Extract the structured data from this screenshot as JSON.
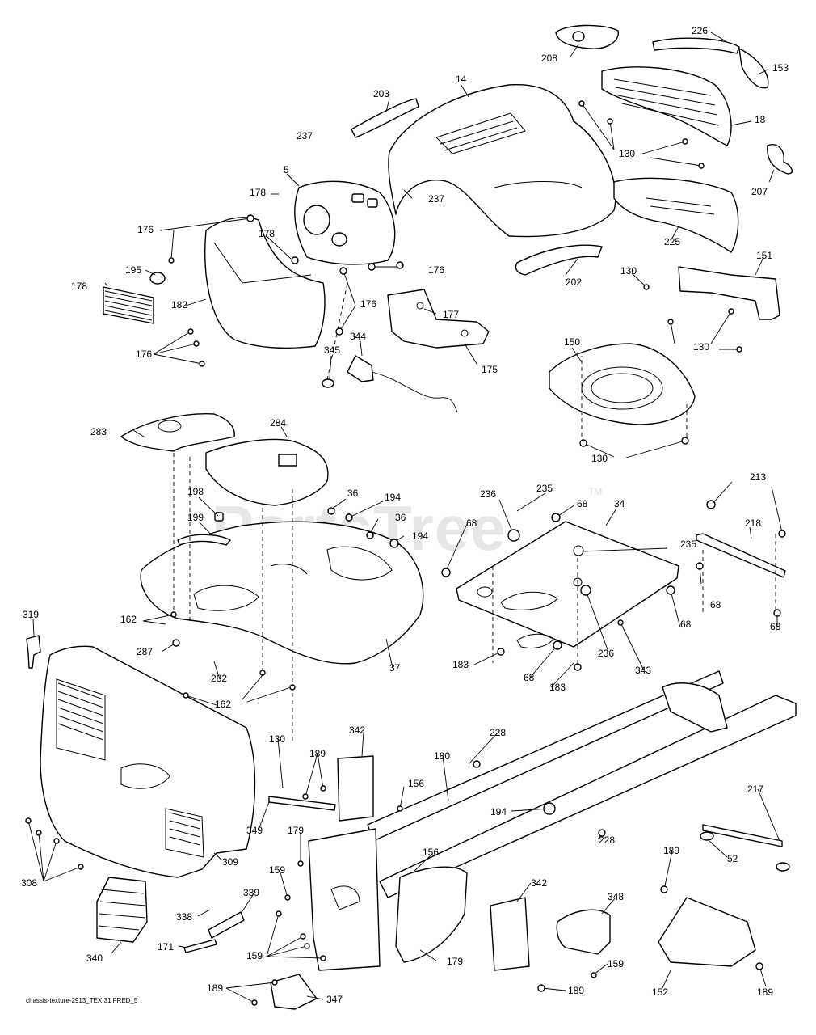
{
  "watermark": {
    "text": "PartsTree",
    "trademark": "TM"
  },
  "footer_caption": "chassis-texture-2913_TEX 31 FRED_5",
  "callouts": [
    {
      "id": "c208",
      "text": "208"
    },
    {
      "id": "c226",
      "text": "226"
    },
    {
      "id": "c153",
      "text": "153"
    },
    {
      "id": "c14",
      "text": "14"
    },
    {
      "id": "c203",
      "text": "203"
    },
    {
      "id": "c18",
      "text": "18"
    },
    {
      "id": "c130a",
      "text": "130"
    },
    {
      "id": "c207",
      "text": "207"
    },
    {
      "id": "c237a",
      "text": "237"
    },
    {
      "id": "c5",
      "text": "5"
    },
    {
      "id": "c178a",
      "text": "178"
    },
    {
      "id": "c237b",
      "text": "237"
    },
    {
      "id": "c176a",
      "text": "176"
    },
    {
      "id": "c178b",
      "text": "178"
    },
    {
      "id": "c195",
      "text": "195"
    },
    {
      "id": "c178c",
      "text": "178"
    },
    {
      "id": "c176b",
      "text": "176"
    },
    {
      "id": "c225",
      "text": "225"
    },
    {
      "id": "c151",
      "text": "151"
    },
    {
      "id": "c130b",
      "text": "130"
    },
    {
      "id": "c202",
      "text": "202"
    },
    {
      "id": "c182",
      "text": "182"
    },
    {
      "id": "c176c",
      "text": "176"
    },
    {
      "id": "c177",
      "text": "177"
    },
    {
      "id": "c130c",
      "text": "130"
    },
    {
      "id": "c344",
      "text": "344"
    },
    {
      "id": "c176d",
      "text": "176"
    },
    {
      "id": "c345",
      "text": "345"
    },
    {
      "id": "c175",
      "text": "175"
    },
    {
      "id": "c150",
      "text": "150"
    },
    {
      "id": "c283",
      "text": "283"
    },
    {
      "id": "c284",
      "text": "284"
    },
    {
      "id": "c130d",
      "text": "130"
    },
    {
      "id": "c198",
      "text": "198"
    },
    {
      "id": "c36a",
      "text": "36"
    },
    {
      "id": "c194a",
      "text": "194"
    },
    {
      "id": "c236a",
      "text": "236"
    },
    {
      "id": "c235a",
      "text": "235"
    },
    {
      "id": "c68a",
      "text": "68"
    },
    {
      "id": "c34",
      "text": "34"
    },
    {
      "id": "c213",
      "text": "213"
    },
    {
      "id": "c218",
      "text": "218"
    },
    {
      "id": "c199",
      "text": "199"
    },
    {
      "id": "c36b",
      "text": "36"
    },
    {
      "id": "c194b",
      "text": "194"
    },
    {
      "id": "c68b",
      "text": "68"
    },
    {
      "id": "c235b",
      "text": "235"
    },
    {
      "id": "c319",
      "text": "319"
    },
    {
      "id": "c162a",
      "text": "162"
    },
    {
      "id": "c68c",
      "text": "68"
    },
    {
      "id": "c287",
      "text": "287"
    },
    {
      "id": "c68d",
      "text": "68"
    },
    {
      "id": "c236b",
      "text": "236"
    },
    {
      "id": "c68e",
      "text": "68"
    },
    {
      "id": "c37",
      "text": "37"
    },
    {
      "id": "c183a",
      "text": "183"
    },
    {
      "id": "c343",
      "text": "343"
    },
    {
      "id": "c282",
      "text": "282"
    },
    {
      "id": "c68f",
      "text": "68"
    },
    {
      "id": "c183b",
      "text": "183"
    },
    {
      "id": "c162b",
      "text": "162"
    },
    {
      "id": "c342a",
      "text": "342"
    },
    {
      "id": "c228a",
      "text": "228"
    },
    {
      "id": "c130e",
      "text": "130"
    },
    {
      "id": "c189a",
      "text": "189"
    },
    {
      "id": "c180",
      "text": "180"
    },
    {
      "id": "c156a",
      "text": "156"
    },
    {
      "id": "c217",
      "text": "217"
    },
    {
      "id": "c194c",
      "text": "194"
    },
    {
      "id": "c349",
      "text": "349"
    },
    {
      "id": "c179a",
      "text": "179"
    },
    {
      "id": "c156b",
      "text": "156"
    },
    {
      "id": "c228b",
      "text": "228"
    },
    {
      "id": "c52",
      "text": "52"
    },
    {
      "id": "c308",
      "text": "308"
    },
    {
      "id": "c309",
      "text": "309"
    },
    {
      "id": "c159a",
      "text": "159"
    },
    {
      "id": "c189b",
      "text": "189"
    },
    {
      "id": "c339",
      "text": "339"
    },
    {
      "id": "c342b",
      "text": "342"
    },
    {
      "id": "c348",
      "text": "348"
    },
    {
      "id": "c338",
      "text": "338"
    },
    {
      "id": "c171",
      "text": "171"
    },
    {
      "id": "c159b",
      "text": "159"
    },
    {
      "id": "c179b",
      "text": "179"
    },
    {
      "id": "c159c",
      "text": "159"
    },
    {
      "id": "c340",
      "text": "340"
    },
    {
      "id": "c152",
      "text": "152"
    },
    {
      "id": "c189c",
      "text": "189"
    },
    {
      "id": "c189d",
      "text": "189"
    },
    {
      "id": "c189e",
      "text": "189"
    },
    {
      "id": "c347",
      "text": "347"
    }
  ]
}
